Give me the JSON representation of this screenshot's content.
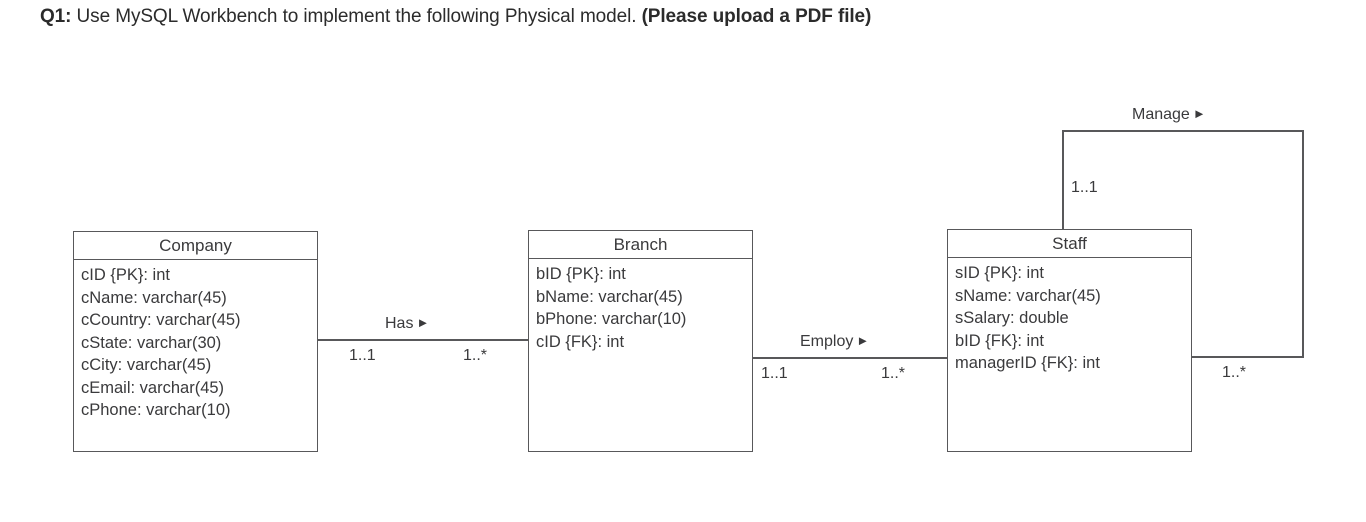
{
  "heading": {
    "label": "Q1:",
    "body": " Use MySQL Workbench to implement the following Physical model. ",
    "note": "(Please upload a PDF file)"
  },
  "diagram": {
    "type": "uml-class-diagram",
    "line_color": "#58585a",
    "text_color": "#3a3a3c",
    "background": "#ffffff",
    "entities": [
      {
        "name": "Company",
        "attributes": [
          "cID {PK}: int",
          "cName: varchar(45)",
          "cCountry: varchar(45)",
          "cState: varchar(30)",
          "cCity: varchar(45)",
          "cEmail: varchar(45)",
          "cPhone: varchar(10)"
        ]
      },
      {
        "name": "Branch",
        "attributes": [
          "bID {PK}: int",
          "bName: varchar(45)",
          "bPhone: varchar(10)",
          "cID {FK}: int"
        ]
      },
      {
        "name": "Staff",
        "attributes": [
          "sID {PK}: int",
          "sName: varchar(45)",
          "sSalary: double",
          "bID {FK}: int",
          "managerID {FK}: int"
        ]
      }
    ],
    "relationships": [
      {
        "name": "Has",
        "arrow": "►",
        "from": "Company",
        "to": "Branch",
        "source_multiplicity": "1..1",
        "target_multiplicity": "1..*"
      },
      {
        "name": "Employ",
        "arrow": "►",
        "from": "Branch",
        "to": "Staff",
        "source_multiplicity": "1..1",
        "target_multiplicity": "1..*"
      },
      {
        "name": "Manage",
        "arrow": "►",
        "from": "Staff",
        "to": "Staff",
        "source_multiplicity": "1..1",
        "target_multiplicity": "1..*"
      }
    ]
  }
}
